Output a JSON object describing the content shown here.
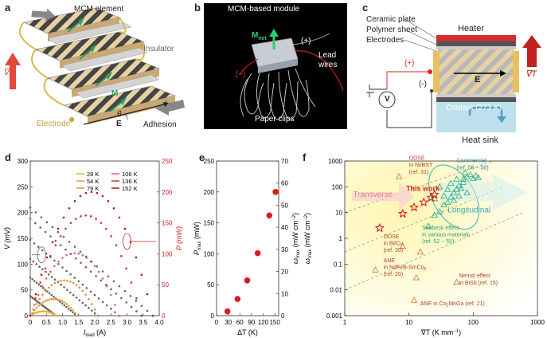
{
  "panels": {
    "a": {
      "letter": "a",
      "labels": {
        "mcm_element": "MCM element",
        "insulator": "Insulator",
        "grad_t": "∇T",
        "m": "M",
        "theta": "θ",
        "e": "E",
        "electrode": "Electrode",
        "adhesion": "Adhesion"
      }
    },
    "b": {
      "letter": "b",
      "labels": {
        "module": "MCM-based module",
        "m_net": "M",
        "m_net_sub": "net",
        "minus": "(−)",
        "plus": "(+)",
        "lead_wires_1": "Lead",
        "lead_wires_2": "wires",
        "paper_clips": "Paper clips"
      }
    },
    "c": {
      "letter": "c",
      "labels": {
        "ceramic_plate": "Ceramic plate",
        "polymer_sheet": "Polymer sheet",
        "electrodes": "Electrodes",
        "heater": "Heater",
        "plus": "(+)",
        "minus": "(-)",
        "voltmeter": "V",
        "e": "E",
        "grad_t": "∇T",
        "coolant": "Coolant (273 K)",
        "heat_sink": "Heat sink"
      }
    },
    "d": {
      "letter": "d",
      "ylabel_left": "V (mV)",
      "ylabel_right": "P (mW)",
      "xlabel": "I",
      "xlabel_sub": "load",
      "xlabel_unit": " (A)",
      "xticks": [
        "0",
        "0.5",
        "1.0",
        "1.5",
        "2.0",
        "2.5",
        "3.0",
        "3.5",
        "4.0"
      ],
      "yticks_left": [
        "0",
        "50",
        "100",
        "150",
        "200",
        "250",
        "300"
      ],
      "yticks_right": [
        "0",
        "50",
        "100",
        "150",
        "200",
        "250"
      ],
      "legend": [
        "28 K",
        "54 K",
        "79 K",
        "106 K",
        "136 K",
        "152 K"
      ]
    },
    "e": {
      "letter": "e",
      "ylabel_left": "P",
      "ylabel_left_sub": "max",
      "ylabel_left_unit": " (mW)",
      "ylabel_right": "ω",
      "ylabel_right_sub": "max",
      "ylabel_right_unit": " (mW cm",
      "ylabel_right_sup": "−2",
      "ylabel_right_close": ")",
      "xlabel": "ΔT (K)",
      "xticks": [
        "0",
        "30",
        "60",
        "90",
        "120",
        "150"
      ],
      "yticks_left": [
        "0",
        "50",
        "100",
        "150",
        "200",
        "250"
      ],
      "yticks_right": [
        "0",
        "10",
        "20",
        "30",
        "40",
        "50",
        "60",
        "70"
      ]
    },
    "f": {
      "letter": "f",
      "ylabel": "ω",
      "ylabel_sub": "max",
      "ylabel_unit": " (mW cm",
      "ylabel_sup": "−2",
      "ylabel_close": ")",
      "xlabel": "∇T (K mm",
      "xlabel_sup": "−1",
      "xlabel_close": ")",
      "xticks": [
        "1",
        "10",
        "100",
        "1000"
      ],
      "yticks": [
        "0.001",
        "0.01",
        "0.1",
        "1",
        "10",
        "100",
        "1000"
      ],
      "annotations": {
        "transverse": "Transverse",
        "longitudinal": "Longitudinal",
        "this_work": "This work",
        "odse_nibst_1": "ODSE",
        "odse_nibst_2": "in Ni/BST",
        "odse_nibst_3": "(ref. 31)",
        "commercial_1": "Commercial",
        "commercial_2": "(ref. 56 − 58)",
        "seebeck_1": "Seebeck effect",
        "seebeck_2": "in various materials",
        "seebeck_3": "(ref. 52 − 55)",
        "odse_bicu_1": "ODSE",
        "odse_bicu_2": "in Bi/Cu",
        "odse_bicu_3": "(ref. 30)",
        "ane_ndfeb_1": "ANE",
        "ane_ndfeb_2": "in NdFeB-SmCo",
        "ane_ndfeb_2_sub": "5",
        "ane_ndfeb_3": "(ref. 20)",
        "nernst_1": "Nernst effect",
        "nernst_2": "in BiSb (ref. 15)",
        "ane_co2mnga": "ANE in Co",
        "ane_co2mnga_sub": "2",
        "ane_co2mnga_rest": "MnGa (ref. 21)"
      }
    }
  },
  "chart_data": [
    {
      "type": "line",
      "panel": "d",
      "ylabel": "V (mV)",
      "y2label": "P (mW)",
      "xlim": [
        0,
        4.0
      ],
      "ylim": [
        0,
        300
      ],
      "y2lim": [
        0,
        250
      ],
      "series": [
        {
          "name": "28 K",
          "color": "#f0b030",
          "v_intercept": 38,
          "i_sc": 0.8,
          "p_max": 7
        },
        {
          "name": "54 K",
          "color": "#e89a2c",
          "v_intercept": 74,
          "i_sc": 1.45,
          "p_max": 27
        },
        {
          "name": "79 K",
          "color": "#e08a3c",
          "v_intercept": 110,
          "i_sc": 2.1,
          "p_max": 57
        },
        {
          "name": "106 K",
          "color": "#f06060",
          "v_intercept": 147,
          "i_sc": 2.75,
          "p_max": 101
        },
        {
          "name": "136 K",
          "color": "#d83030",
          "v_intercept": 188,
          "i_sc": 3.45,
          "p_max": 162
        },
        {
          "name": "152 K",
          "color": "#b01818",
          "v_intercept": 210,
          "i_sc": 3.8,
          "p_max": 200
        }
      ]
    },
    {
      "type": "scatter",
      "panel": "e",
      "xlabel": "ΔT (K)",
      "xlim": [
        0,
        160
      ],
      "ylim": [
        0,
        250
      ],
      "y2lim": [
        0,
        70
      ],
      "x": [
        28,
        54,
        79,
        106,
        136,
        152
      ],
      "values": [
        7,
        27,
        57,
        101,
        162,
        200
      ]
    },
    {
      "type": "scatter",
      "panel": "f",
      "xscale": "log",
      "yscale": "log",
      "xlim": [
        1,
        1000
      ],
      "ylim": [
        0.001,
        1000
      ],
      "this_work": [
        [
          3.5,
          2.5
        ],
        [
          8,
          9
        ],
        [
          12,
          16
        ],
        [
          17,
          25
        ],
        [
          22,
          38
        ],
        [
          25,
          50
        ]
      ],
      "longitudinal": [
        [
          20,
          3
        ],
        [
          25,
          8
        ],
        [
          30,
          11
        ],
        [
          35,
          20
        ],
        [
          40,
          25
        ],
        [
          45,
          40
        ],
        [
          50,
          60
        ],
        [
          55,
          80
        ],
        [
          60,
          110
        ],
        [
          70,
          150
        ],
        [
          80,
          60
        ],
        [
          35,
          45
        ],
        [
          45,
          140
        ],
        [
          55,
          200
        ],
        [
          40,
          80
        ],
        [
          30,
          100
        ],
        [
          25,
          35
        ],
        [
          65,
          90
        ],
        [
          50,
          30
        ],
        [
          60,
          45
        ],
        [
          70,
          200
        ],
        [
          80,
          250
        ],
        [
          90,
          300
        ],
        [
          100,
          210
        ],
        [
          110,
          270
        ],
        [
          75,
          350
        ],
        [
          120,
          230
        ]
      ],
      "others": [
        [
          7,
          250
        ],
        [
          8,
          0.5
        ],
        [
          3,
          0.06
        ],
        [
          13,
          0.03
        ],
        [
          12,
          0.004
        ],
        [
          55,
          0.02
        ],
        [
          15,
          0.3
        ]
      ]
    }
  ]
}
